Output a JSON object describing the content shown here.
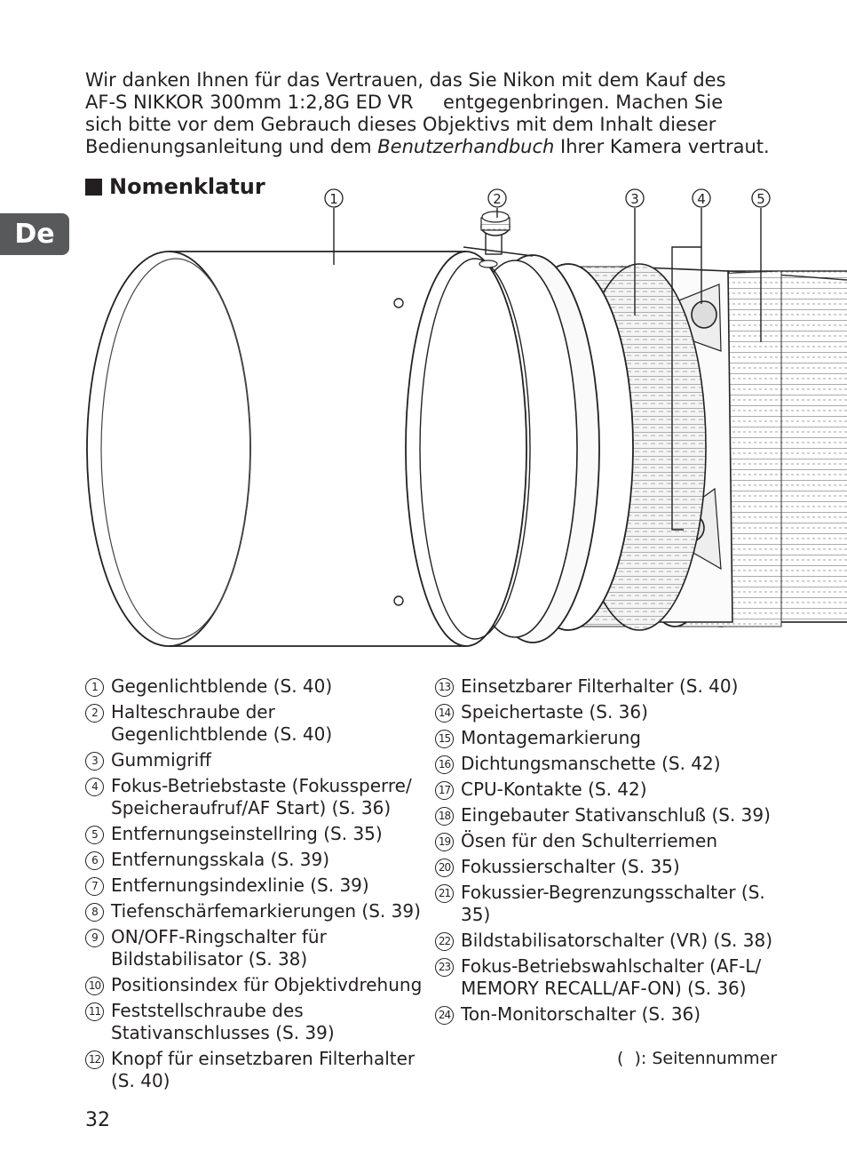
{
  "intro": {
    "lines": [
      "Wir danken Ihnen für das Vertrauen, das Sie Nikon mit dem Kauf des",
      "AF-S NIKKOR 300mm 1:2,8G ED VR     entgegenbringen. Machen Sie",
      "sich bitte vor dem Gebrauch dieses Objektivs mit dem Inhalt dieser"
    ],
    "line4_start": "Bedienungsanleitung und dem ",
    "line4_italic": "Benutzerhandbuch",
    "line4_end": " Ihrer Kamera vertraut."
  },
  "section_title": "Nomenklatur",
  "lang_tab": "De",
  "callouts": [
    "1",
    "2",
    "3",
    "4",
    "5"
  ],
  "parts_left": [
    {
      "num": "1",
      "text": "Gegenlichtblende (S. 40)"
    },
    {
      "num": "2",
      "text": "Halteschraube der Gegenlichtblende (S. 40)"
    },
    {
      "num": "3",
      "text": "Gummigriff"
    },
    {
      "num": "4",
      "text": "Fokus-Betriebstaste (Fokussperre/ Speicheraufruf/AF Start) (S. 36)"
    },
    {
      "num": "5",
      "text": "Entfernungseinstellring (S. 35)"
    },
    {
      "num": "6",
      "text": "Entfernungsskala (S. 39)"
    },
    {
      "num": "7",
      "text": "Entfernungsindexlinie (S. 39)"
    },
    {
      "num": "8",
      "text": "Tiefenschärfemarkierungen (S. 39)"
    },
    {
      "num": "9",
      "text": "ON/OFF-Ringschalter für Bildstabilisator (S. 38)"
    },
    {
      "num": "10",
      "text": "Positionsindex für Objektivdrehung"
    },
    {
      "num": "11",
      "text": "Feststellschraube des Stativanschlusses (S. 39)"
    },
    {
      "num": "12",
      "text": "Knopf für einsetzbaren Filterhalter (S. 40)"
    }
  ],
  "parts_right": [
    {
      "num": "13",
      "text": "Einsetzbarer Filterhalter (S. 40)"
    },
    {
      "num": "14",
      "text": "Speichertaste (S. 36)"
    },
    {
      "num": "15",
      "text": "Montagemarkierung"
    },
    {
      "num": "16",
      "text": "Dichtungsmanschette (S. 42)"
    },
    {
      "num": "17",
      "text": "CPU-Kontakte (S. 42)"
    },
    {
      "num": "18",
      "text": "Eingebauter Stativanschluß (S. 39)"
    },
    {
      "num": "19",
      "text": "Ösen für den Schulterriemen"
    },
    {
      "num": "20",
      "text": "Fokussierschalter (S. 35)"
    },
    {
      "num": "21",
      "text": "Fokussier-Begrenzungsschalter (S. 35)"
    },
    {
      "num": "22",
      "text": "Bildstabilisatorschalter (VR) (S. 38)"
    },
    {
      "num": "23",
      "text": "Fokus-Betriebswahlschalter (AF-L/ MEMORY RECALL/AF-ON) (S. 36)"
    },
    {
      "num": "24",
      "text": "Ton-Monitorschalter (S. 36)"
    }
  ],
  "legend": "(  ): Seitennummer",
  "page_number": "32"
}
